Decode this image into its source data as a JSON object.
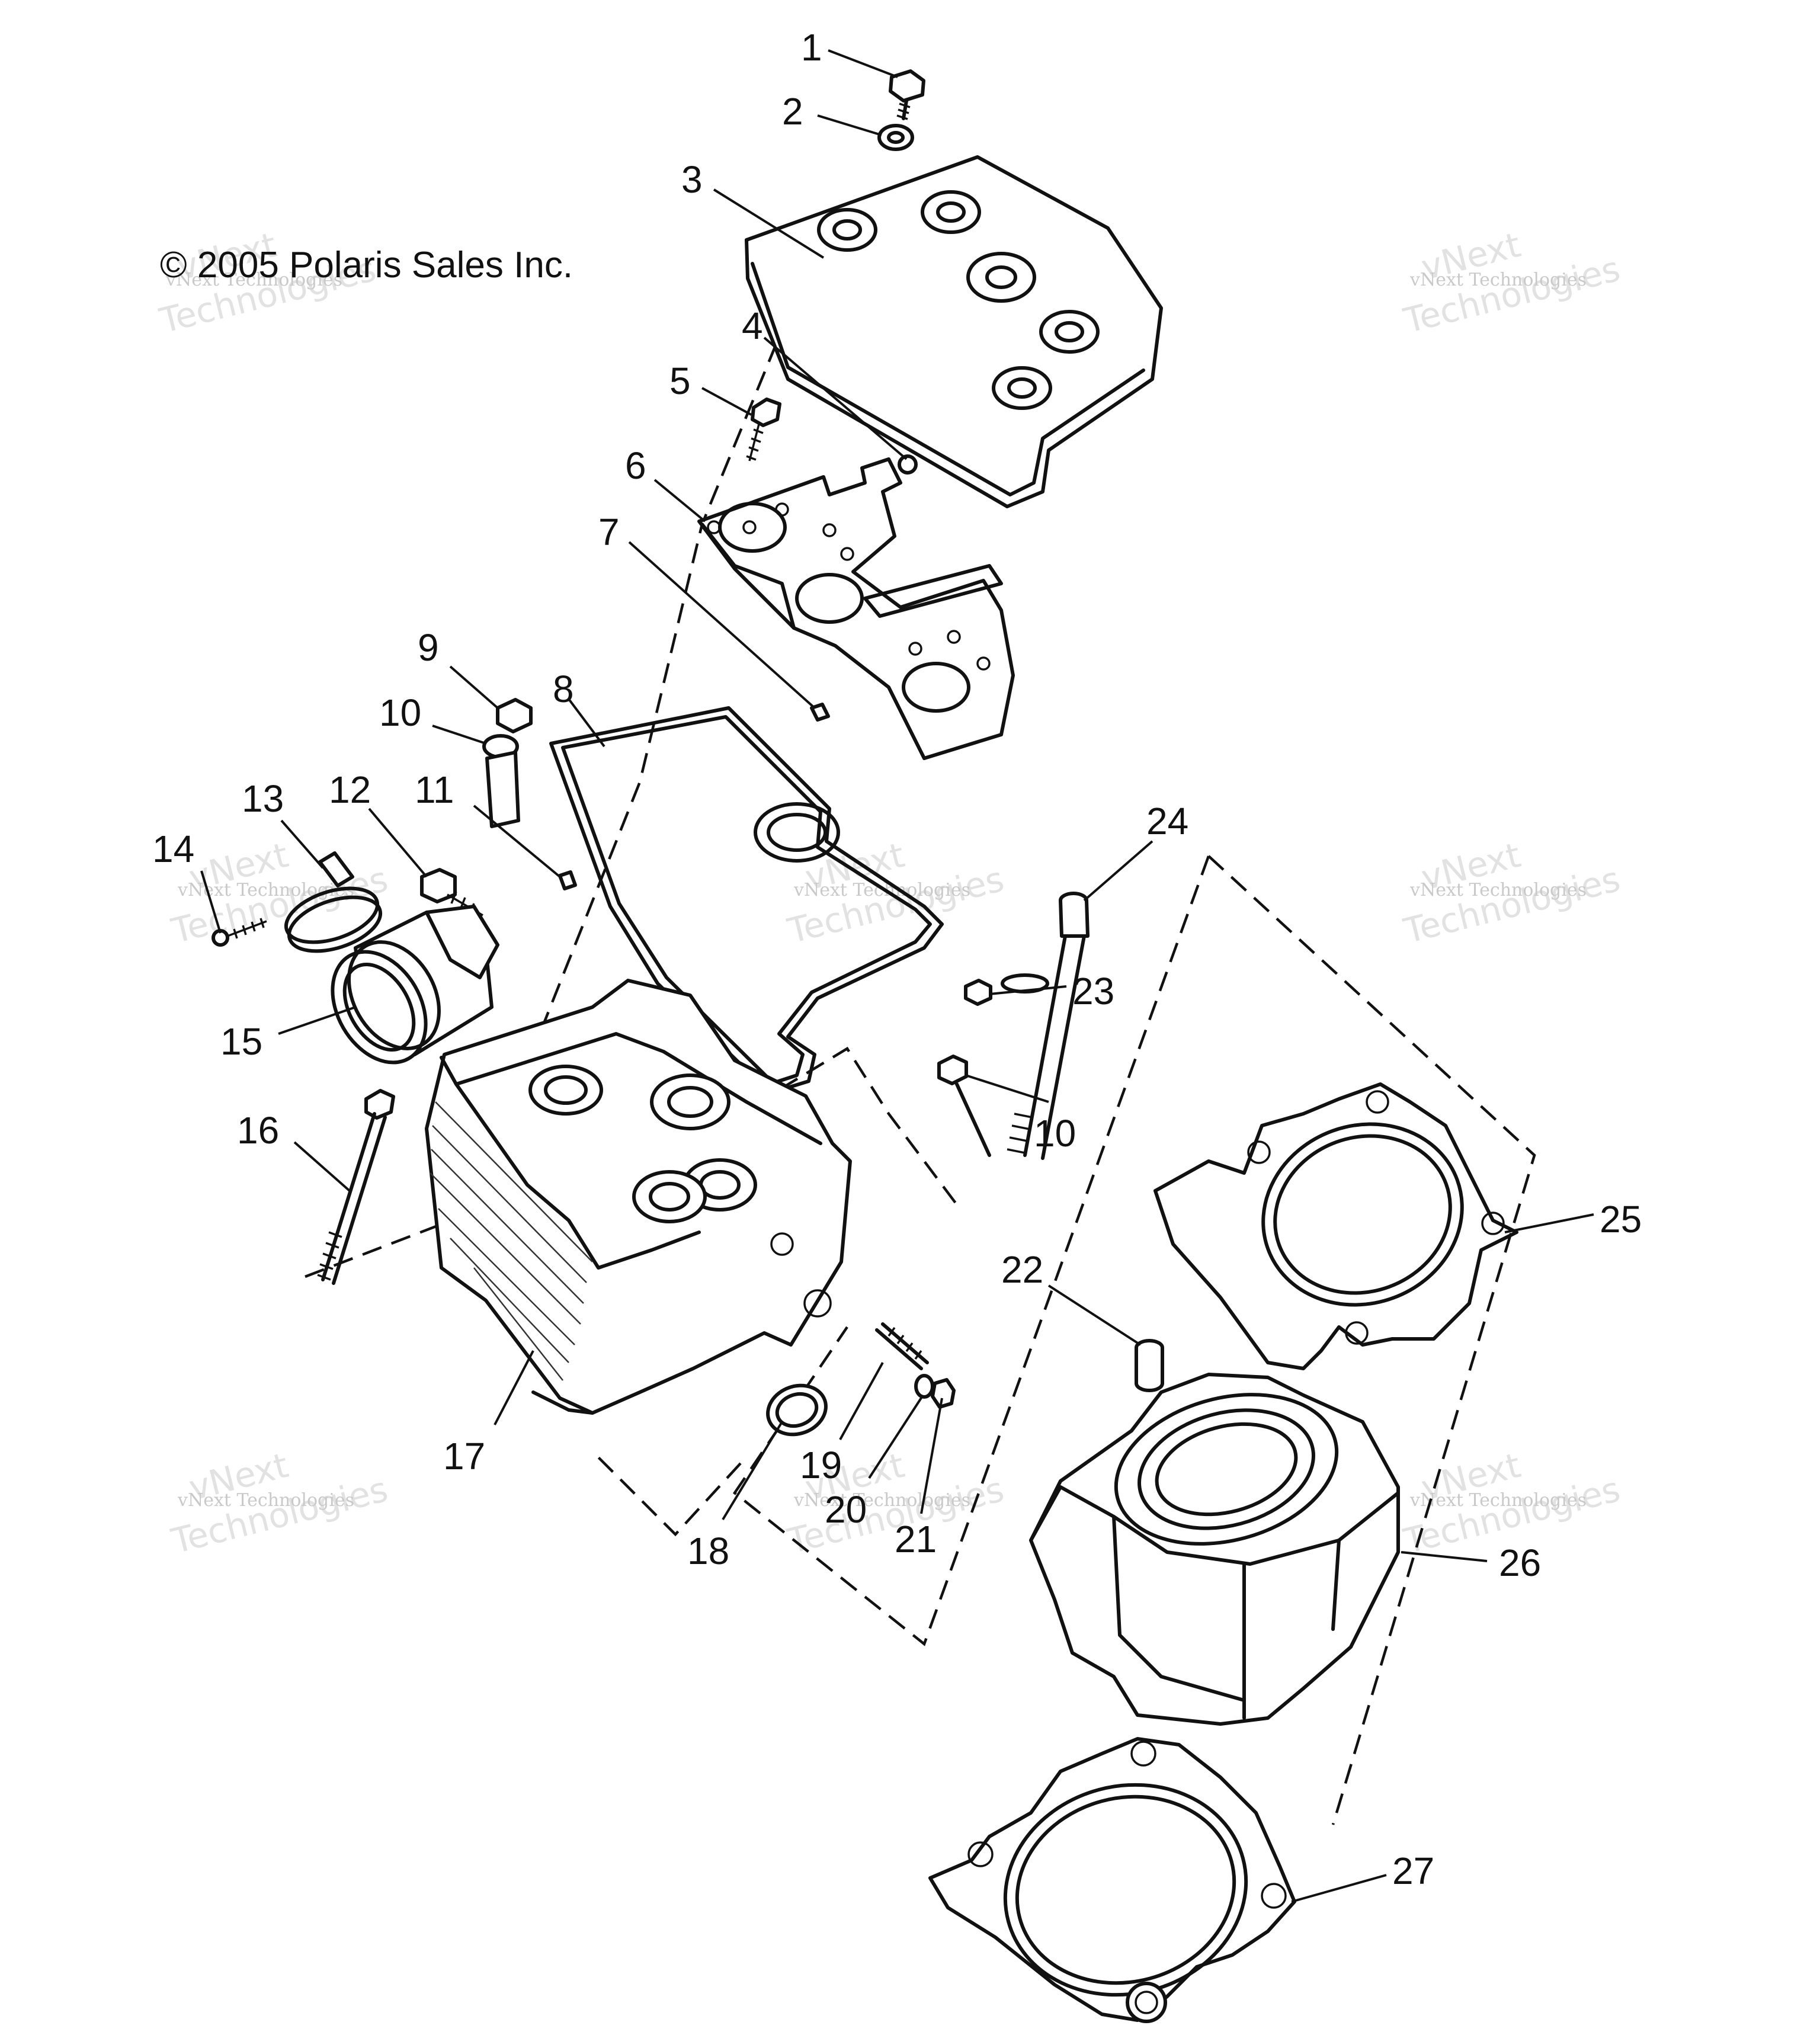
{
  "copyright": "© 2005 Polaris Sales Inc.",
  "watermark": {
    "line1": "vNext Technologies",
    "line2": "vNext",
    "line3": "Technologies"
  },
  "callouts": [
    "1",
    "2",
    "3",
    "4",
    "5",
    "6",
    "7",
    "8",
    "9",
    "10",
    "11",
    "12",
    "13",
    "14",
    "15",
    "16",
    "17",
    "18",
    "19",
    "20",
    "21",
    "22",
    "23",
    "24",
    "25",
    "26",
    "27",
    "10"
  ]
}
